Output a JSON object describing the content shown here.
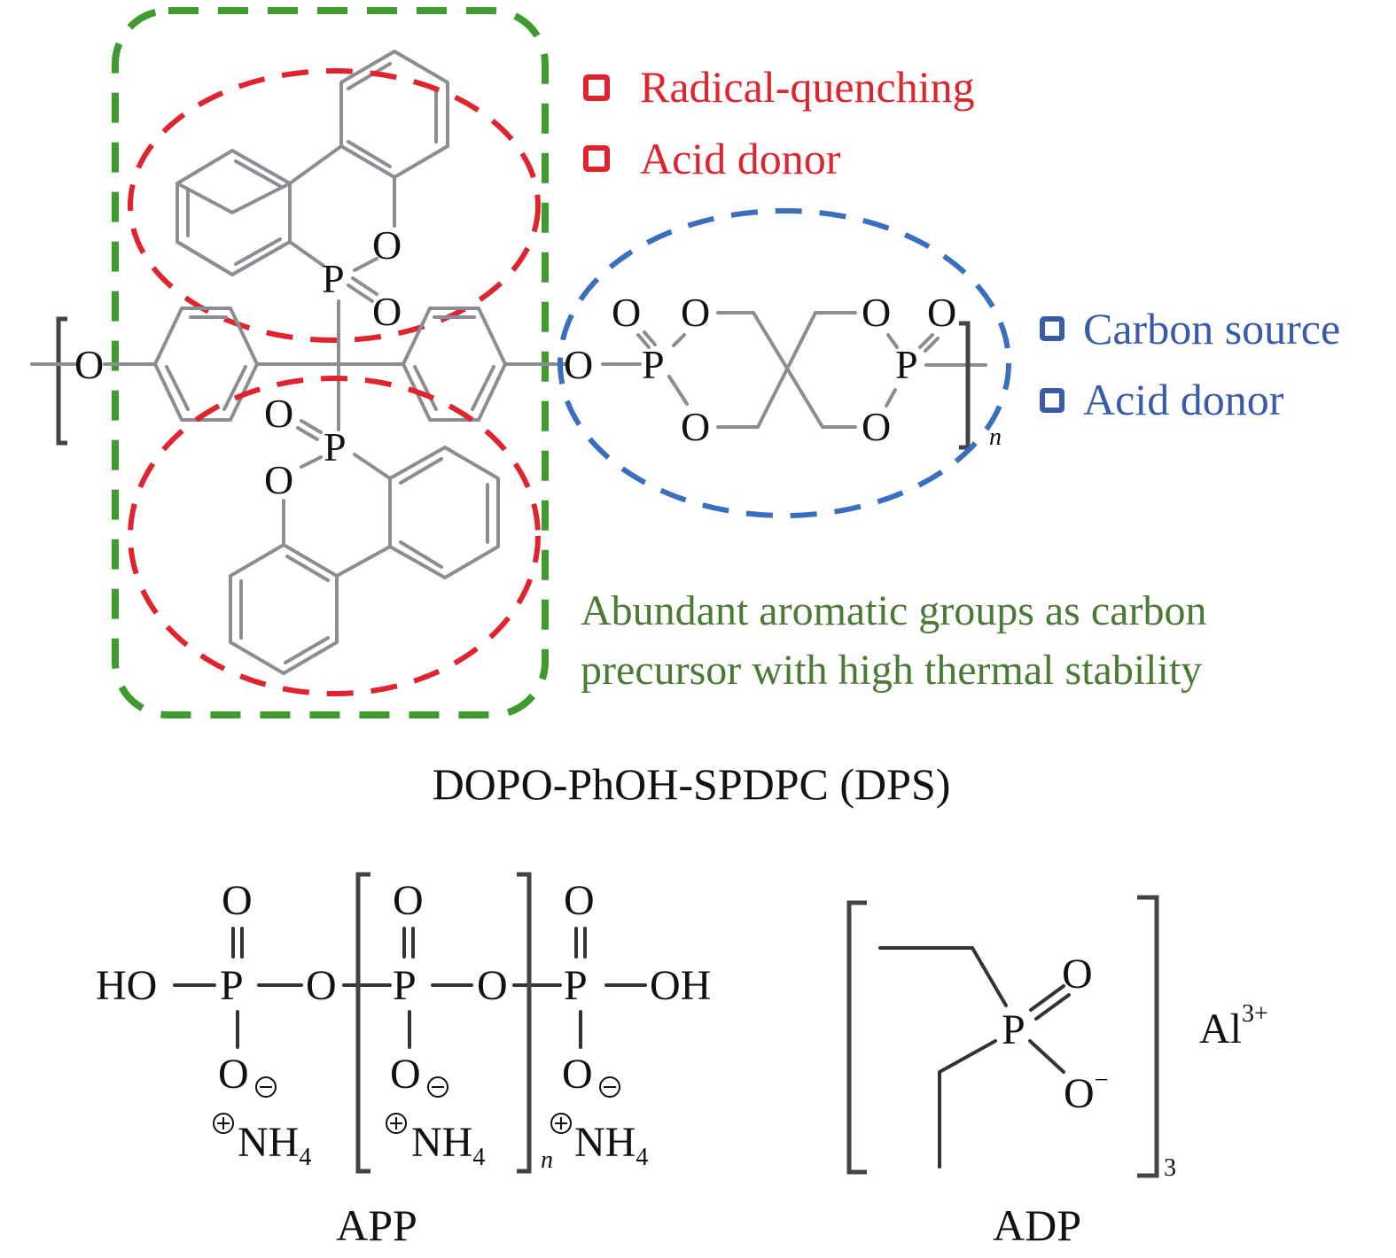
{
  "figure": {
    "dps": {
      "name": "DOPO-PhOH-SPDPC (DPS)",
      "repeat_subscript": "n",
      "atoms": {
        "o": "O",
        "p": "P"
      },
      "annotations": {
        "red": {
          "color": "#e0242e",
          "items": [
            "Radical-quenching",
            "Acid donor"
          ]
        },
        "blue": {
          "color": "#3a5ca8",
          "items": [
            "Carbon source",
            "Acid donor"
          ]
        },
        "green": {
          "color": "#4b7a36",
          "lines": [
            "Abundant aromatic groups as carbon",
            "precursor with high thermal stability"
          ]
        }
      }
    },
    "app": {
      "name": "APP",
      "ho": "HO",
      "oh": "OH",
      "p": "P",
      "o": "O",
      "nh4": "NH",
      "nh4_sub": "4",
      "plus": "+",
      "minus": "−",
      "repeat_subscript": "n"
    },
    "adp": {
      "name": "ADP",
      "p": "P",
      "o": "O",
      "o_minus": "−",
      "al": "Al",
      "al_charge": "3+",
      "repeat_subscript": "3"
    }
  }
}
